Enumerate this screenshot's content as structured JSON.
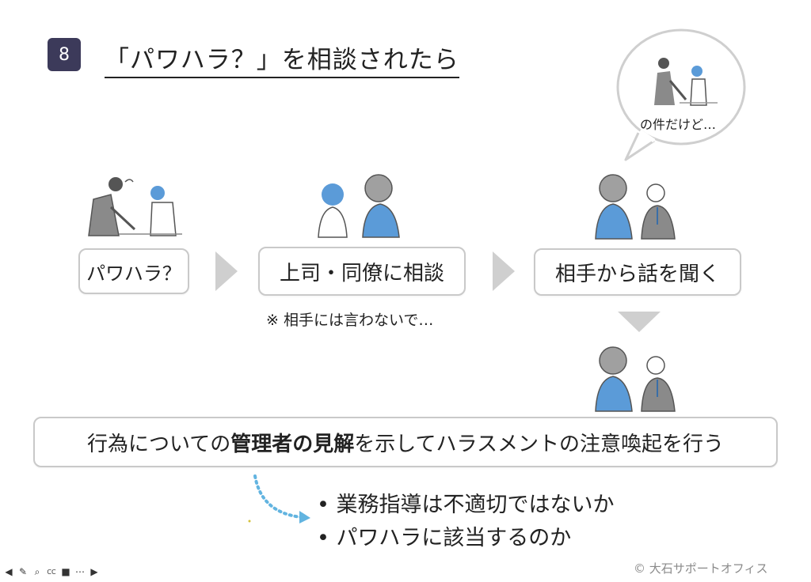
{
  "slide": {
    "number": "8",
    "title": "「パワハラ？」を相談されたら"
  },
  "bubble": {
    "text": "の件だけど…"
  },
  "steps": [
    {
      "label": "パワハラ？"
    },
    {
      "label": "上司・同僚に相談"
    },
    {
      "label": "相手から話を聞く"
    }
  ],
  "note": "※ 相手には言わないで…",
  "action": {
    "prefix": "行為についての",
    "bold": "管理者の見解",
    "suffix": "を示してハラスメントの注意喚起を行う"
  },
  "bullets": [
    "業務指導は不適切ではないか",
    "パワハラに該当するのか"
  ],
  "copyright": "© 大石サポートオフィス",
  "toolbar": {
    "icons": [
      "back-icon",
      "pen-icon",
      "zoom-icon",
      "captions-icon",
      "camera-icon",
      "more-icon",
      "forward-icon"
    ],
    "glyphs": [
      "◀",
      "✎",
      "⌕",
      "CC",
      "■",
      "⋯",
      "▶"
    ]
  },
  "colors": {
    "badge": "#3c3a5a",
    "box_border": "#c9c9c9",
    "arrow_gray": "#cfcfcf",
    "blue": "#5b9bd8",
    "dotted_arrow": "#62b4e0"
  }
}
